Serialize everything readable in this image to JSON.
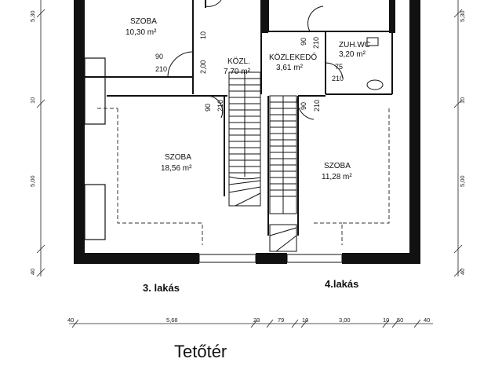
{
  "rooms": [
    {
      "name": "SZOBA",
      "area": "10,30 m²"
    },
    {
      "name": "KÖZL.",
      "area": "7,70 m²"
    },
    {
      "name": "KÖZLEKEDŐ",
      "area": "3,61 m²"
    },
    {
      "name": "ZUH.WC",
      "area": "3,20 m²"
    },
    {
      "name": "SZOBA",
      "area": "18,56 m²"
    },
    {
      "name": "SZOBA",
      "area": "11,28 m²"
    }
  ],
  "door_labels": {
    "d1_w": "90",
    "d1_h": "210",
    "d2_w": "10",
    "d2_h": "2,00",
    "d3_w": "90",
    "d3_h": "210",
    "d4_w": "75",
    "d4_h": "210",
    "d5_w": "90",
    "d5_h": "210",
    "d6_w": "90",
    "d6_h": "210"
  },
  "left_dims": [
    "5,30",
    "10",
    "5,00",
    "40"
  ],
  "right_dims": [
    "5,30",
    "10",
    "5,00",
    "40"
  ],
  "bottom_dims": [
    "40",
    "5,68",
    "23",
    "79",
    "10",
    "3,00",
    "10",
    "50",
    "40"
  ],
  "units": {
    "left": "3. lakás",
    "right": "4.lakás"
  },
  "title": "Tetőtér"
}
